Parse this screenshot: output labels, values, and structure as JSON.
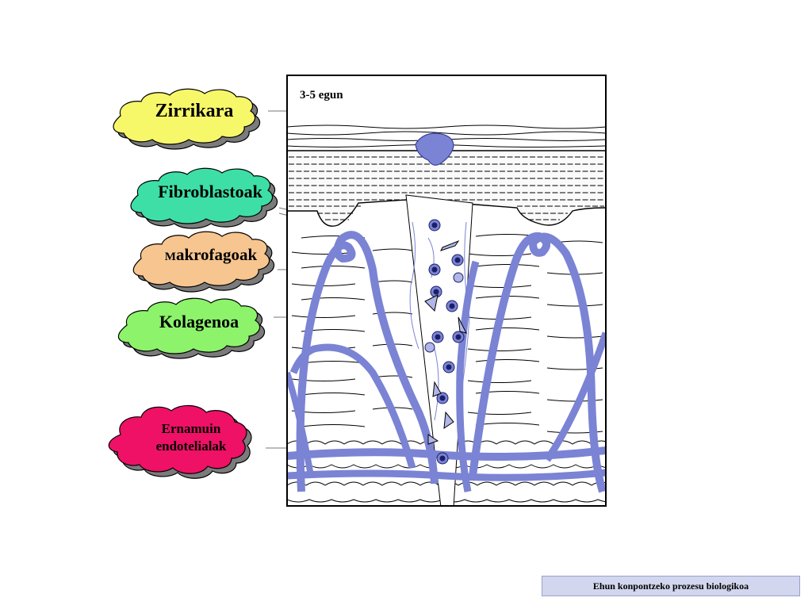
{
  "diagram": {
    "day_label": "3-5 egun",
    "labels": {
      "zirrikara": "Zirrikara",
      "fibroblastoak": "Fibroblastoak",
      "makrofagoak_initial": "M",
      "makrofagoak_rest": "akrofagoak",
      "kolagenoa": "Kolagenoa",
      "ernamuin_line1": "Ernamuin",
      "ernamuin_line2": "endotelialak"
    },
    "colors": {
      "zirrikara": "#f7f76a",
      "fibroblastoak": "#3ddfa7",
      "makrofagoak": "#f7c58f",
      "kolagenoa": "#8cf36b",
      "ernamuin": "#ee1166",
      "vessel": "#7b83d4",
      "cell_nucleus": "#1a1f66"
    }
  },
  "footer": {
    "text": "Ehun konpontzeko prozesu biologikoa"
  }
}
